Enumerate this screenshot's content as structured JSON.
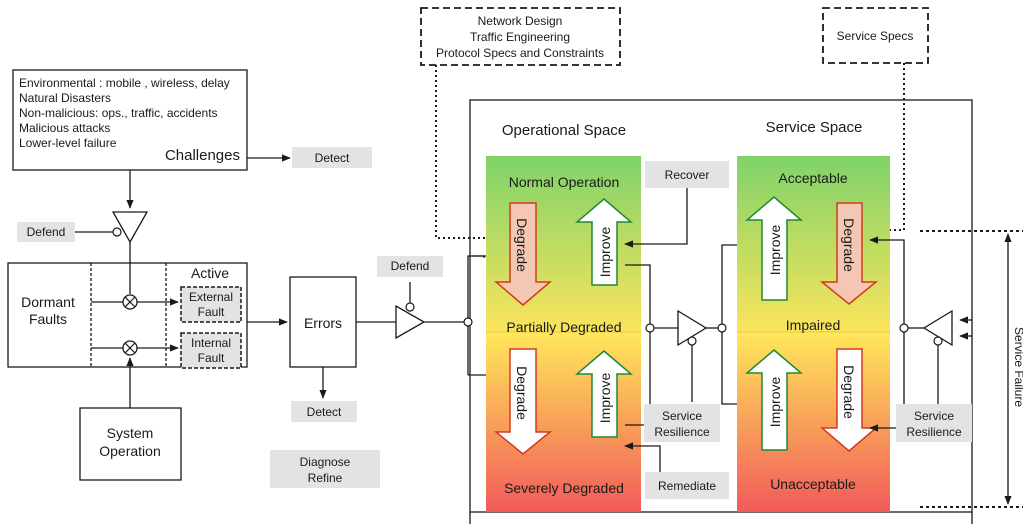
{
  "top_boxes": {
    "design": [
      "Network Design",
      "Traffic Engineering",
      "Protocol Specs and Constraints"
    ],
    "service_specs": "Service Specs"
  },
  "challenges": {
    "lines": [
      "Environmental : mobile , wireless, delay",
      "Natural Disasters",
      "Non-malicious: ops., traffic, accidents",
      "Malicious attacks",
      "Lower-level failure"
    ],
    "title": "Challenges"
  },
  "labels": {
    "detect": "Detect",
    "defend": "Defend",
    "dormant_faults": [
      "Dormant",
      "Faults"
    ],
    "active": "Active",
    "external_fault": [
      "External",
      "Fault"
    ],
    "internal_fault": [
      "Internal",
      "Fault"
    ],
    "system_operation": [
      "System",
      "Operation"
    ],
    "errors": "Errors",
    "diagnose_refine": [
      "Diagnose",
      "Refine"
    ],
    "operational_space": "Operational Space",
    "service_space": "Service Space",
    "normal_operation": "Normal Operation",
    "partially_degraded": "Partially Degraded",
    "severely_degraded": "Severely Degraded",
    "acceptable": "Acceptable",
    "impaired": "Impaired",
    "unacceptable": "Unacceptable",
    "degrade": "Degrade",
    "improve": "Improve",
    "recover": "Recover",
    "remediate": "Remediate",
    "service_resilience": [
      "Service",
      "Resilience"
    ],
    "service_failure": "Service Failure"
  },
  "colors": {
    "degrade_arrow_fill": "#f4c7b4",
    "degrade_arrow_stroke": "#d23a1e",
    "improve_arrow_fill": "#ffffff",
    "improve_arrow_stroke": "#1f8a33",
    "panel_top": "#7fd36a",
    "panel_middle": "#ffe85a",
    "panel_bottom": "#f25a5a",
    "tag_fill": "#e3e3e3"
  }
}
